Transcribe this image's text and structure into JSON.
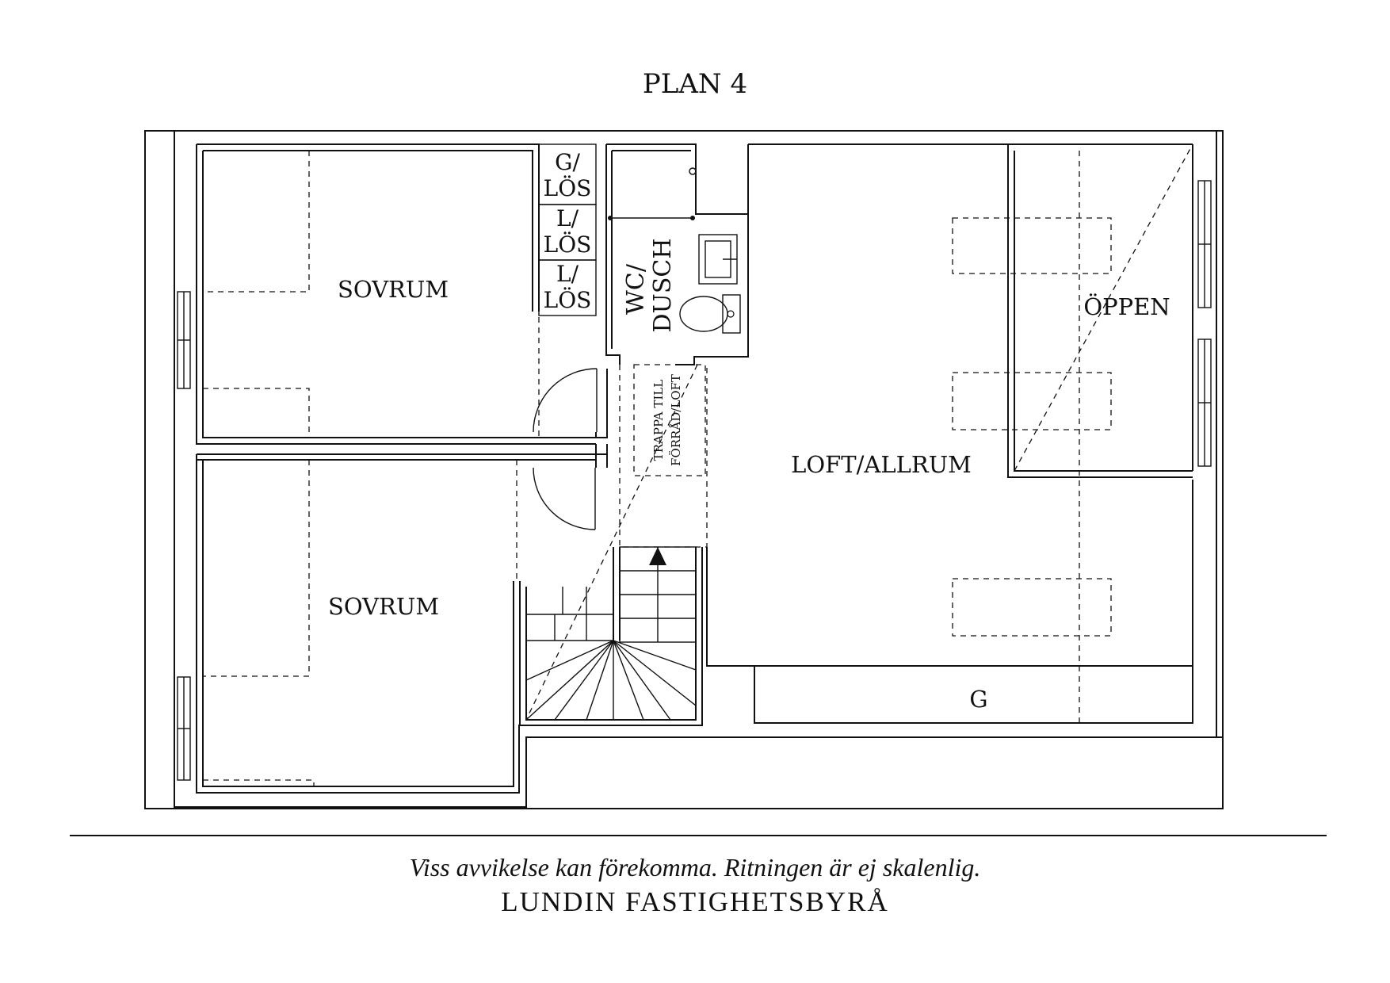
{
  "plan": {
    "title": "PLAN 4",
    "rooms": {
      "bedroom_top": "SOVRUM",
      "bedroom_bottom": "SOVRUM",
      "closet_1_line1": "G/",
      "closet_1_line2": "LÖS",
      "closet_2_line1": "L/",
      "closet_2_line2": "LÖS",
      "closet_3_line1": "L/",
      "closet_3_line2": "LÖS",
      "bathroom_line1": "WC/",
      "bathroom_line2": "DUSCH",
      "stair_to_storage_line1": "TRAPPA TILL",
      "stair_to_storage_line2": "FÖRRÅD/LOFT",
      "loft": "LOFT/ALLRUM",
      "open": "ÖPPEN",
      "storage": "G"
    }
  },
  "footer": {
    "disclaimer": "Viss avvikelse kan förekomma. Ritningen är ej skalenlig.",
    "agency": "LUNDIN FASTIGHETSBYRÅ"
  }
}
